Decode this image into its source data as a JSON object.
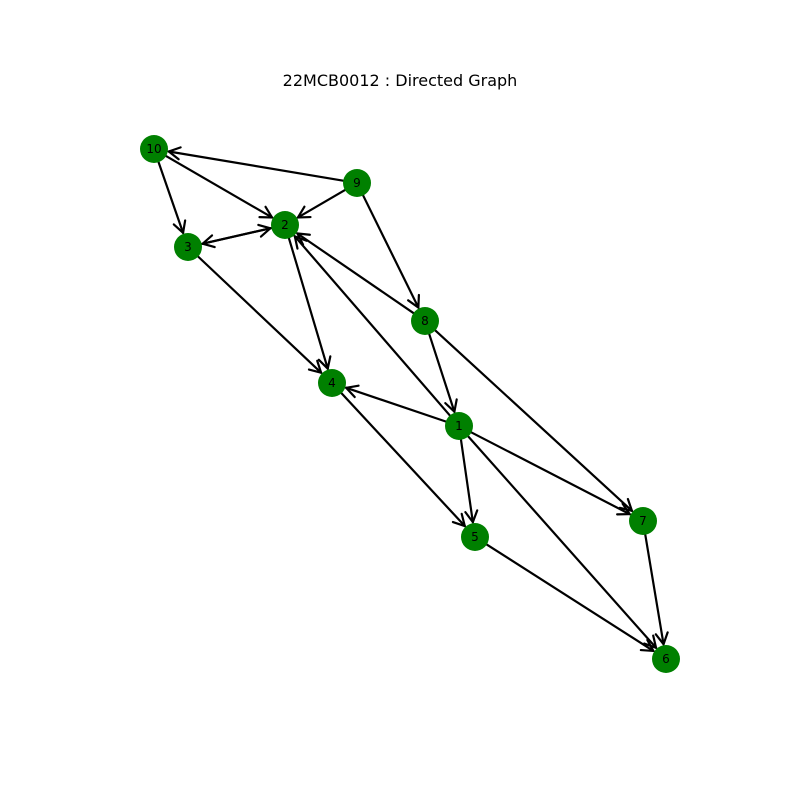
{
  "title": "22MCB0012 : Directed Graph",
  "colors": {
    "node": "#008000",
    "edge": "#000000",
    "label": "#000000"
  },
  "nodes": [
    {
      "id": "1"
    },
    {
      "id": "2"
    },
    {
      "id": "3"
    },
    {
      "id": "4"
    },
    {
      "id": "5"
    },
    {
      "id": "6"
    },
    {
      "id": "7"
    },
    {
      "id": "8"
    },
    {
      "id": "9"
    },
    {
      "id": "10"
    }
  ],
  "edges": [
    {
      "from": "10",
      "to": "3"
    },
    {
      "from": "10",
      "to": "2"
    },
    {
      "from": "9",
      "to": "10"
    },
    {
      "from": "9",
      "to": "2"
    },
    {
      "from": "9",
      "to": "8"
    },
    {
      "from": "3",
      "to": "2"
    },
    {
      "from": "2",
      "to": "3"
    },
    {
      "from": "3",
      "to": "4"
    },
    {
      "from": "2",
      "to": "4"
    },
    {
      "from": "8",
      "to": "2"
    },
    {
      "from": "8",
      "to": "1"
    },
    {
      "from": "8",
      "to": "7"
    },
    {
      "from": "1",
      "to": "2"
    },
    {
      "from": "1",
      "to": "4"
    },
    {
      "from": "1",
      "to": "5"
    },
    {
      "from": "1",
      "to": "7"
    },
    {
      "from": "1",
      "to": "6"
    },
    {
      "from": "4",
      "to": "5"
    },
    {
      "from": "5",
      "to": "6"
    },
    {
      "from": "7",
      "to": "6"
    }
  ]
}
